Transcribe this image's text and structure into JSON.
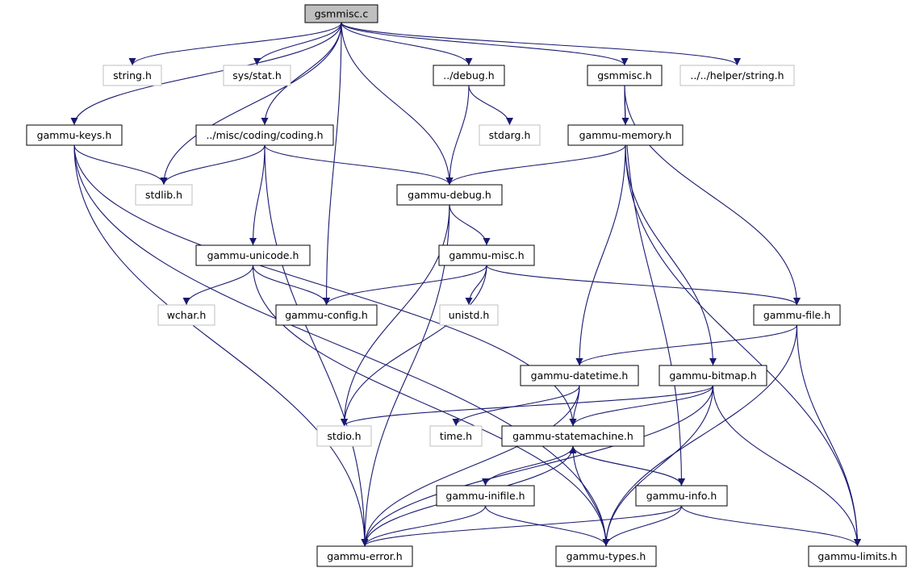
{
  "graph": {
    "nodes": {
      "gsmmisc_c": {
        "label": "gsmmisc.c",
        "kind": "main"
      },
      "string_h": {
        "label": "string.h",
        "kind": "external"
      },
      "sys_stat_h": {
        "label": "sys/stat.h",
        "kind": "external"
      },
      "debug_h": {
        "label": "../debug.h",
        "kind": "internal"
      },
      "gsmmisc_h": {
        "label": "gsmmisc.h",
        "kind": "internal"
      },
      "helper_string_h": {
        "label": "../../helper/string.h",
        "kind": "external"
      },
      "gammu_keys_h": {
        "label": "gammu-keys.h",
        "kind": "internal"
      },
      "coding_h": {
        "label": "../misc/coding/coding.h",
        "kind": "internal"
      },
      "stdarg_h": {
        "label": "stdarg.h",
        "kind": "external"
      },
      "gammu_memory_h": {
        "label": "gammu-memory.h",
        "kind": "internal"
      },
      "stdlib_h": {
        "label": "stdlib.h",
        "kind": "external"
      },
      "gammu_debug_h": {
        "label": "gammu-debug.h",
        "kind": "internal"
      },
      "gammu_unicode_h": {
        "label": "gammu-unicode.h",
        "kind": "internal"
      },
      "gammu_misc_h": {
        "label": "gammu-misc.h",
        "kind": "internal"
      },
      "wchar_h": {
        "label": "wchar.h",
        "kind": "external"
      },
      "gammu_config_h": {
        "label": "gammu-config.h",
        "kind": "internal"
      },
      "unistd_h": {
        "label": "unistd.h",
        "kind": "external"
      },
      "gammu_file_h": {
        "label": "gammu-file.h",
        "kind": "internal"
      },
      "gammu_datetime_h": {
        "label": "gammu-datetime.h",
        "kind": "internal"
      },
      "gammu_bitmap_h": {
        "label": "gammu-bitmap.h",
        "kind": "internal"
      },
      "stdio_h": {
        "label": "stdio.h",
        "kind": "external"
      },
      "time_h": {
        "label": "time.h",
        "kind": "external"
      },
      "gammu_statemachine_h": {
        "label": "gammu-statemachine.h",
        "kind": "internal"
      },
      "gammu_inifile_h": {
        "label": "gammu-inifile.h",
        "kind": "internal"
      },
      "gammu_info_h": {
        "label": "gammu-info.h",
        "kind": "internal"
      },
      "gammu_error_h": {
        "label": "gammu-error.h",
        "kind": "internal"
      },
      "gammu_types_h": {
        "label": "gammu-types.h",
        "kind": "internal"
      },
      "gammu_limits_h": {
        "label": "gammu-limits.h",
        "kind": "internal"
      }
    },
    "edges": [
      [
        "gsmmisc_c",
        "string_h"
      ],
      [
        "gsmmisc_c",
        "sys_stat_h"
      ],
      [
        "gsmmisc_c",
        "debug_h"
      ],
      [
        "gsmmisc_c",
        "gsmmisc_h"
      ],
      [
        "gsmmisc_c",
        "helper_string_h"
      ],
      [
        "gsmmisc_c",
        "gammu_keys_h"
      ],
      [
        "gsmmisc_c",
        "coding_h"
      ],
      [
        "gsmmisc_c",
        "stdlib_h"
      ],
      [
        "gsmmisc_c",
        "gammu_config_h"
      ],
      [
        "gsmmisc_c",
        "gammu_debug_h"
      ],
      [
        "debug_h",
        "stdarg_h"
      ],
      [
        "debug_h",
        "gammu_debug_h"
      ],
      [
        "gsmmisc_h",
        "gammu_memory_h"
      ],
      [
        "gsmmisc_h",
        "gammu_file_h"
      ],
      [
        "gsmmisc_h",
        "gammu_info_h"
      ],
      [
        "gammu_keys_h",
        "stdlib_h"
      ],
      [
        "gammu_keys_h",
        "gammu_error_h"
      ],
      [
        "gammu_keys_h",
        "gammu_types_h"
      ],
      [
        "gammu_keys_h",
        "gammu_statemachine_h"
      ],
      [
        "coding_h",
        "stdlib_h"
      ],
      [
        "coding_h",
        "gammu_debug_h"
      ],
      [
        "coding_h",
        "gammu_unicode_h"
      ],
      [
        "coding_h",
        "gammu_error_h"
      ],
      [
        "gammu_memory_h",
        "gammu_debug_h"
      ],
      [
        "gammu_memory_h",
        "gammu_datetime_h"
      ],
      [
        "gammu_memory_h",
        "gammu_bitmap_h"
      ],
      [
        "gammu_memory_h",
        "gammu_limits_h"
      ],
      [
        "gammu_debug_h",
        "gammu_misc_h"
      ],
      [
        "gammu_debug_h",
        "stdio_h"
      ],
      [
        "gammu_debug_h",
        "gammu_error_h"
      ],
      [
        "gammu_unicode_h",
        "wchar_h"
      ],
      [
        "gammu_unicode_h",
        "gammu_config_h"
      ],
      [
        "gammu_unicode_h",
        "gammu_types_h"
      ],
      [
        "gammu_misc_h",
        "gammu_config_h"
      ],
      [
        "gammu_misc_h",
        "unistd_h"
      ],
      [
        "gammu_misc_h",
        "gammu_file_h"
      ],
      [
        "gammu_misc_h",
        "stdio_h"
      ],
      [
        "gammu_file_h",
        "gammu_datetime_h"
      ],
      [
        "gammu_file_h",
        "gammu_types_h"
      ],
      [
        "gammu_file_h",
        "gammu_limits_h"
      ],
      [
        "gammu_datetime_h",
        "time_h"
      ],
      [
        "gammu_datetime_h",
        "gammu_statemachine_h"
      ],
      [
        "gammu_datetime_h",
        "gammu_error_h"
      ],
      [
        "gammu_bitmap_h",
        "stdio_h"
      ],
      [
        "gammu_bitmap_h",
        "gammu_statemachine_h"
      ],
      [
        "gammu_bitmap_h",
        "gammu_types_h"
      ],
      [
        "gammu_bitmap_h",
        "gammu_limits_h"
      ],
      [
        "gammu_bitmap_h",
        "gammu_error_h"
      ],
      [
        "gammu_statemachine_h",
        "gammu_inifile_h"
      ],
      [
        "gammu_statemachine_h",
        "gammu_info_h"
      ],
      [
        "gammu_statemachine_h",
        "gammu_types_h"
      ],
      [
        "gammu_statemachine_h",
        "gammu_error_h"
      ],
      [
        "gammu_inifile_h",
        "gammu_error_h"
      ],
      [
        "gammu_inifile_h",
        "gammu_types_h"
      ],
      [
        "gammu_info_h",
        "gammu_statemachine_h"
      ],
      [
        "gammu_info_h",
        "gammu_types_h"
      ],
      [
        "gammu_info_h",
        "gammu_limits_h"
      ],
      [
        "gammu_info_h",
        "gammu_error_h"
      ]
    ]
  },
  "colors": {
    "edge": "#191970",
    "main_fill": "#bfbfbf",
    "internal_border": "#000000",
    "external_border": "#bfbfbf"
  }
}
